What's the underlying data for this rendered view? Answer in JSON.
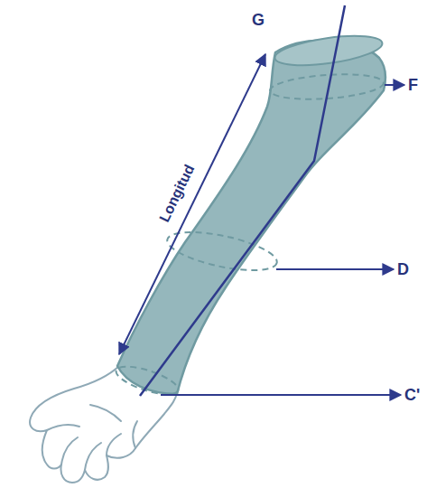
{
  "diagram": {
    "labels": [
      "G",
      "Longitud",
      "F",
      "D",
      "C'"
    ]
  }
}
